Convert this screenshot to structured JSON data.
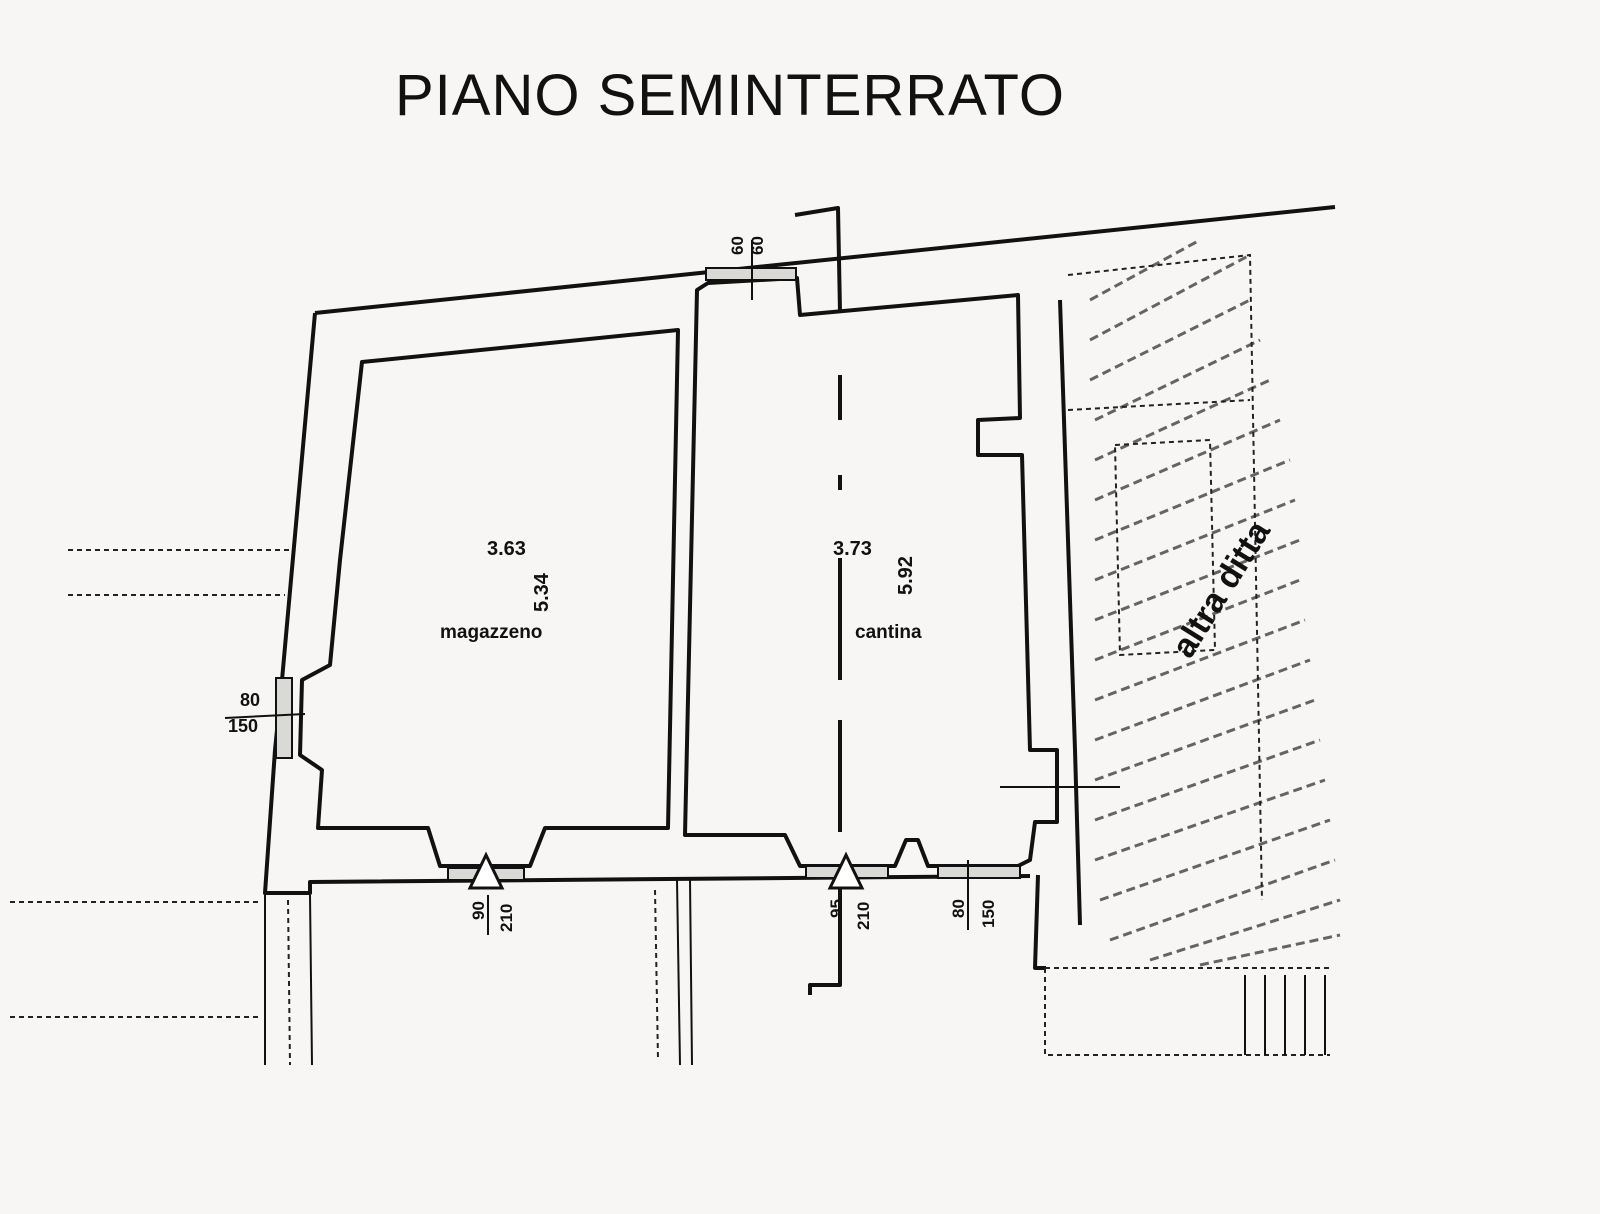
{
  "title": "PIANO SEMINTERRATO",
  "rooms": [
    {
      "name": "magazzeno",
      "width": "3.63",
      "length": "5.34"
    },
    {
      "name": "cantina",
      "width": "3.73",
      "length": "5.92"
    }
  ],
  "openings": {
    "top_window": {
      "w": "60",
      "h": "60"
    },
    "left_window": {
      "w": "80",
      "h": "150"
    },
    "door_magazzeno": {
      "w": "90",
      "h": "210"
    },
    "door_cantina": {
      "w": "95",
      "h": "210"
    },
    "window_cantina": {
      "w": "80",
      "h": "150"
    }
  },
  "neighbor_label": "altra ditta"
}
